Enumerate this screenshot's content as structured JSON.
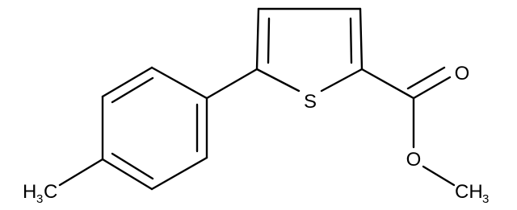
{
  "molecule": {
    "atoms": {
      "sulfur": "S",
      "carbonyl_oxygen": "O",
      "ester_oxygen": "O",
      "methyl_left": {
        "element": "H",
        "count": "3",
        "carbon": "C"
      },
      "methyl_right": {
        "carbon": "CH",
        "count": "3"
      }
    }
  },
  "colors": {
    "bond": "#000000",
    "background": "#ffffff"
  }
}
